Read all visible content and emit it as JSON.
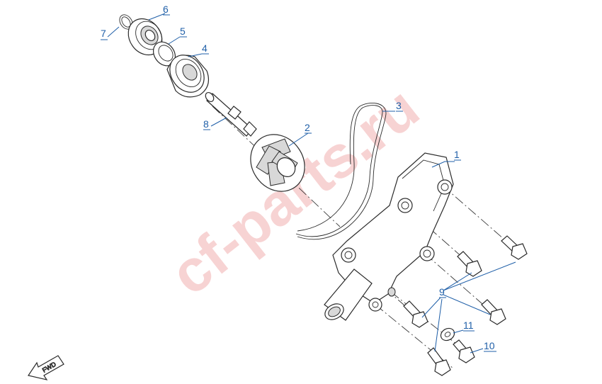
{
  "watermark": {
    "text": "cf-parts.ru"
  },
  "fwd_label": "FWD",
  "callouts": [
    {
      "id": "1",
      "label": "1"
    },
    {
      "id": "2",
      "label": "2"
    },
    {
      "id": "3",
      "label": "3"
    },
    {
      "id": "4",
      "label": "4"
    },
    {
      "id": "5",
      "label": "5"
    },
    {
      "id": "6",
      "label": "6"
    },
    {
      "id": "7",
      "label": "7"
    },
    {
      "id": "8",
      "label": "8"
    },
    {
      "id": "9",
      "label": "9"
    },
    {
      "id": "10",
      "label": "10"
    },
    {
      "id": "11",
      "label": "11"
    }
  ]
}
